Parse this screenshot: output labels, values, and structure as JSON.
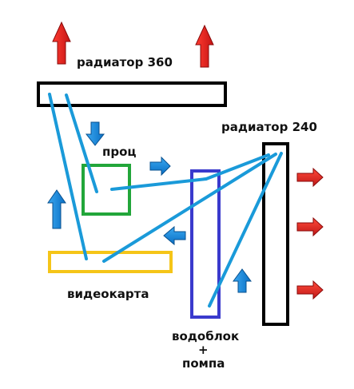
{
  "labels": {
    "radiator_top": "радиатор 360",
    "radiator_side": "радиатор 240",
    "cpu": "проц",
    "gpu": "видеокарта",
    "waterblock": "водоблок",
    "plus": "+",
    "pump": "помпа"
  },
  "colors": {
    "radiator": "#000000",
    "cpu": "#22a63a",
    "gpu": "#f5c518",
    "waterblock": "#3a3acd",
    "tube": "#1a9ad9",
    "flow_arrow": "#1a8fe0",
    "heat_arrow": "#e02020"
  }
}
